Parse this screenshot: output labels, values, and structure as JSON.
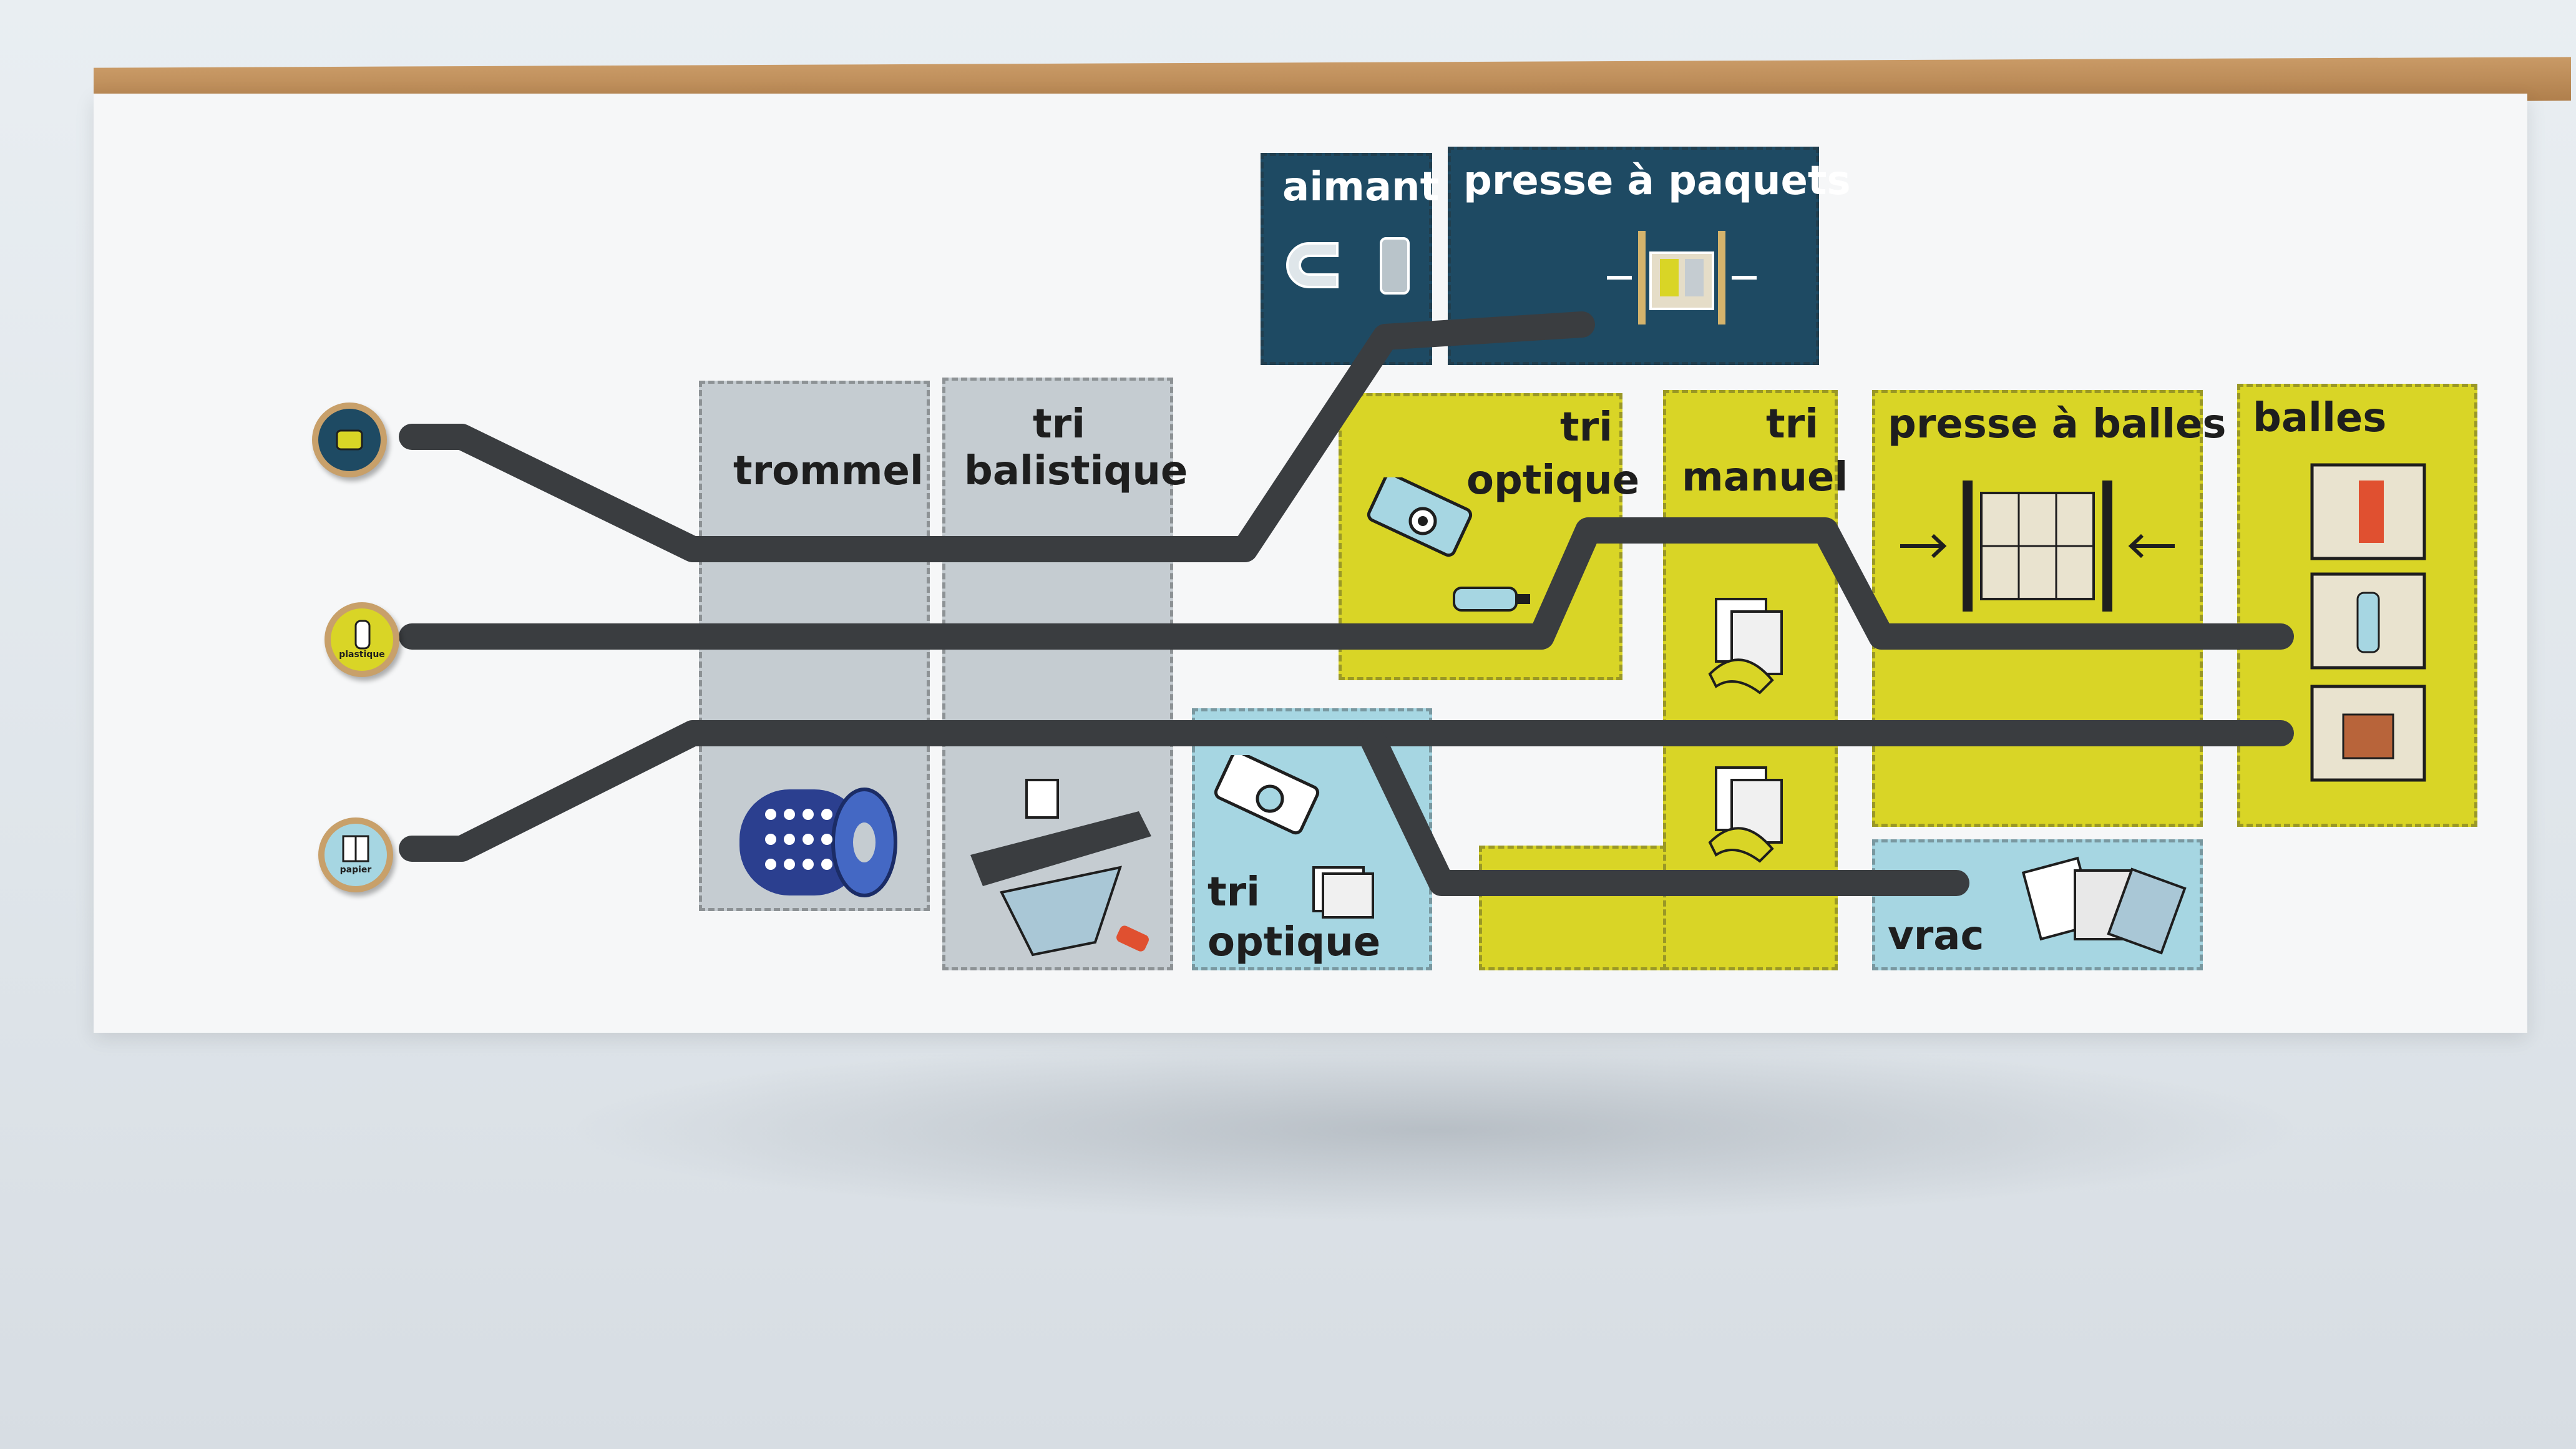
{
  "stages": {
    "aimant": "aimant",
    "presse_a_paquets": "presse à paquets",
    "trommel": "trommel",
    "tri_balistique": [
      "tri",
      "balistique"
    ],
    "tri_optique_top": [
      "tri",
      "optique"
    ],
    "tri_manuel": [
      "tri",
      "manuel"
    ],
    "presse_a_balles": "presse à balles",
    "balles": "balles",
    "tri_optique_bottom": [
      "tri",
      "optique"
    ],
    "vrac": "vrac"
  },
  "inputs": {
    "plastique": "plastique",
    "papier": "papier"
  },
  "colors": {
    "dark_blue": "#1e4a63",
    "grey": "#c5ccd1",
    "yellow": "#d9d526",
    "light_blue": "#a6d6e2",
    "slot": "#3a3d40"
  },
  "icons": [
    "magnet-icon",
    "can-icon",
    "package-press-icon",
    "trommel-drum-icon",
    "ballistic-sorter-icon",
    "optical-camera-icon",
    "bottle-icon",
    "hand-sorting-icon",
    "bale-press-icon",
    "carton-icon",
    "paper-pile-icon"
  ]
}
